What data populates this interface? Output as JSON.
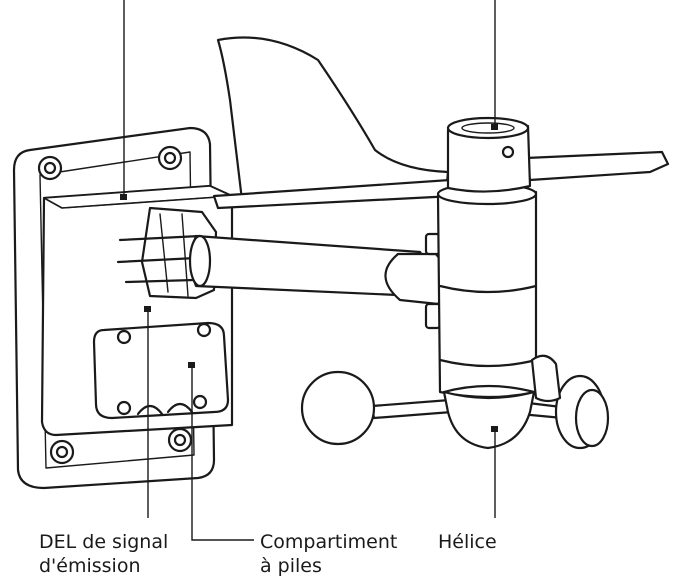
{
  "labels": {
    "led": [
      "DEL de signal",
      "d'émission"
    ],
    "battery": [
      "Compartiment",
      "à piles"
    ],
    "propeller": [
      "Hélice"
    ]
  },
  "colors": {
    "line": "#1a1a1a",
    "fill": "#ffffff"
  }
}
